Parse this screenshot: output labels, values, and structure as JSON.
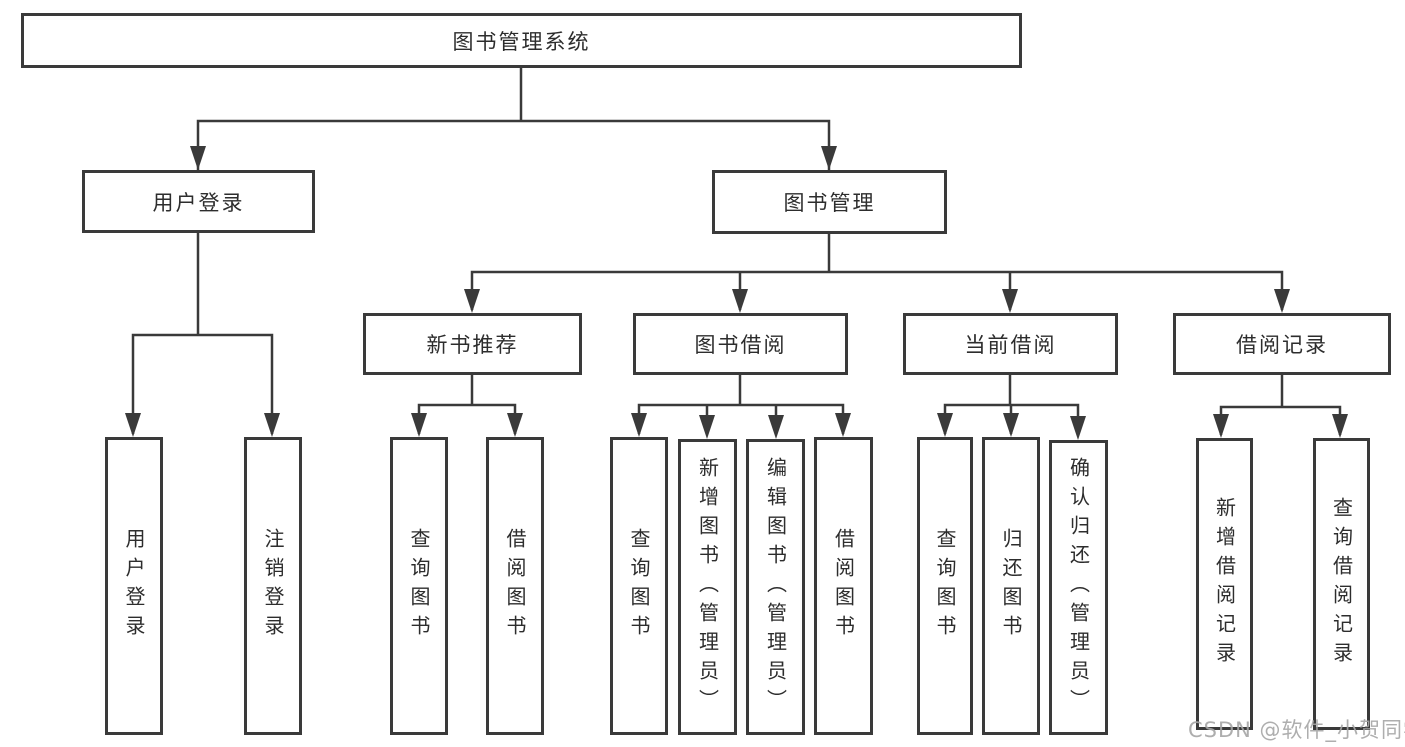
{
  "diagram_title": "图书管理系统",
  "nodes": {
    "root": "图书管理系统",
    "user_login": "用户登录",
    "book_mgmt": "图书管理",
    "new_book_rec": "新书推荐",
    "book_borrow": "图书借阅",
    "current_borrow": "当前借阅",
    "borrow_records": "借阅记录",
    "leaf_user_login": "用户登录",
    "leaf_logout": "注销登录",
    "leaf_query_book_1": "查询图书",
    "leaf_borrow_book_1": "借阅图书",
    "leaf_query_book_2": "查询图书",
    "leaf_add_book": "新增图书（管理员）",
    "leaf_edit_book": "编辑图书（管理员）",
    "leaf_borrow_book_2": "借阅图书",
    "leaf_query_book_3": "查询图书",
    "leaf_return_book": "归还图书",
    "leaf_confirm_return": "确认归还（管理员）",
    "leaf_add_record": "新增借阅记录",
    "leaf_query_record": "查询借阅记录"
  },
  "watermark": "CSDN @软件_小贺同学",
  "colors": {
    "line": "#3a3a3a",
    "box_border": "#3a3a3a",
    "text": "#2d2d2d",
    "watermark": "#a5a5a5",
    "background": "#ffffff"
  }
}
